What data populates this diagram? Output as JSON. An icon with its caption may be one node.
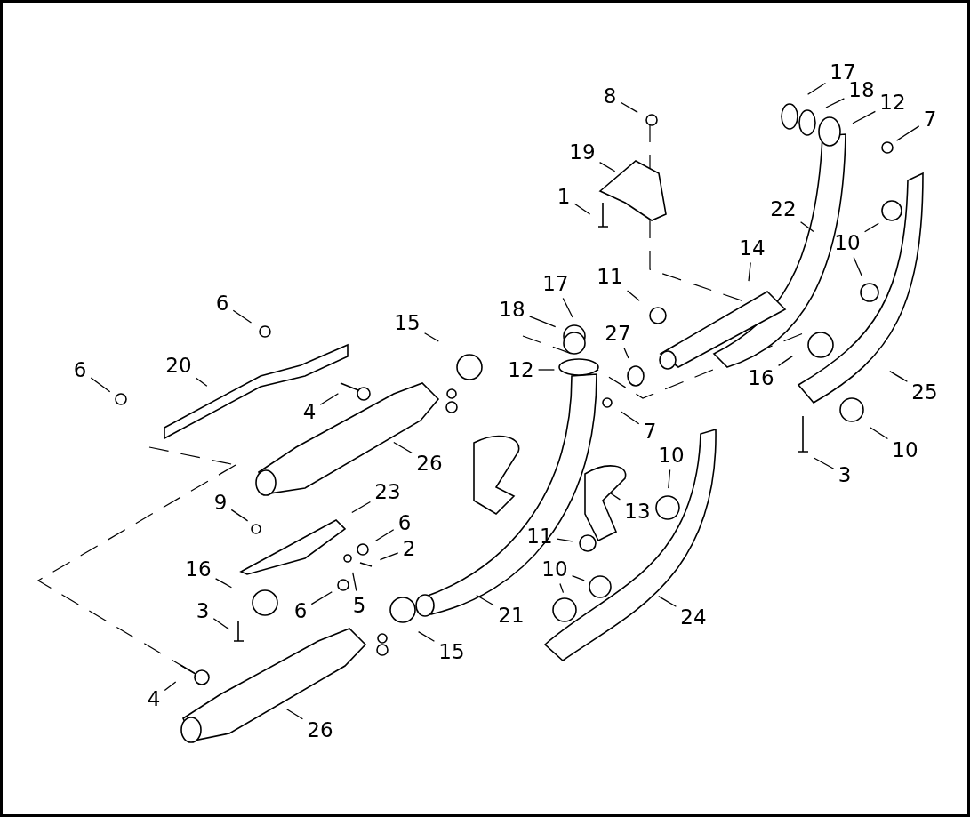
{
  "diagram": {
    "nodes": [
      {
        "text": [
          "8"
        ]
      },
      {
        "text": [
          "19"
        ]
      },
      {
        "text": [
          "1"
        ]
      },
      {
        "text": [
          "17"
        ]
      },
      {
        "text": [
          "18"
        ]
      },
      {
        "text": [
          "12"
        ]
      },
      {
        "text": [
          "7"
        ]
      },
      {
        "text": [
          "22"
        ]
      },
      {
        "text": [
          "10"
        ]
      },
      {
        "text": [
          "14"
        ]
      },
      {
        "text": [
          "11"
        ]
      },
      {
        "text": [
          "17"
        ]
      },
      {
        "text": [
          "18"
        ]
      },
      {
        "text": [
          "27"
        ]
      },
      {
        "text": [
          "6"
        ]
      },
      {
        "text": [
          "15"
        ]
      },
      {
        "text": [
          "20"
        ]
      },
      {
        "text": [
          "6"
        ]
      },
      {
        "text": [
          "4"
        ]
      },
      {
        "text": [
          "12"
        ]
      },
      {
        "text": [
          "7"
        ]
      },
      {
        "text": [
          "16"
        ]
      },
      {
        "text": [
          "25"
        ]
      },
      {
        "text": [
          "10"
        ]
      },
      {
        "text": [
          "3"
        ]
      },
      {
        "text": [
          "26"
        ]
      },
      {
        "text": [
          "9"
        ]
      },
      {
        "text": [
          "23"
        ]
      },
      {
        "text": [
          "6"
        ]
      },
      {
        "text": [
          "2"
        ]
      },
      {
        "text": [
          "10"
        ]
      },
      {
        "text": [
          "13"
        ]
      },
      {
        "text": [
          "11"
        ]
      },
      {
        "text": [
          "16"
        ]
      },
      {
        "text": [
          "6"
        ]
      },
      {
        "text": [
          "5"
        ]
      },
      {
        "text": [
          "10"
        ]
      },
      {
        "text": [
          "3"
        ]
      },
      {
        "text": [
          "21"
        ]
      },
      {
        "text": [
          "24"
        ]
      },
      {
        "text": [
          "15"
        ]
      },
      {
        "text": [
          "4"
        ]
      },
      {
        "text": [
          "26"
        ]
      }
    ],
    "edges": [
      {
        "from": 0,
        "to": null,
        "arrow": "none"
      },
      {
        "from": 1,
        "to": null,
        "arrow": "none"
      },
      {
        "from": 2,
        "to": null,
        "arrow": "none"
      },
      {
        "from": 3,
        "to": null,
        "arrow": "none"
      },
      {
        "from": 4,
        "to": null,
        "arrow": "none"
      },
      {
        "from": 5,
        "to": null,
        "arrow": "none"
      },
      {
        "from": 6,
        "to": null,
        "arrow": "none"
      },
      {
        "from": 7,
        "to": null,
        "arrow": "none"
      },
      {
        "from": 8,
        "to": null,
        "arrow": "none"
      },
      {
        "from": 8,
        "to": null,
        "arrow": "none"
      },
      {
        "from": 9,
        "to": null,
        "arrow": "none"
      },
      {
        "from": 10,
        "to": null,
        "arrow": "none"
      },
      {
        "from": 11,
        "to": null,
        "arrow": "none"
      },
      {
        "from": 12,
        "to": null,
        "arrow": "none"
      },
      {
        "from": 13,
        "to": null,
        "arrow": "none"
      },
      {
        "from": 14,
        "to": null,
        "arrow": "none"
      },
      {
        "from": 15,
        "to": null,
        "arrow": "none"
      },
      {
        "from": 16,
        "to": null,
        "arrow": "none"
      },
      {
        "from": 17,
        "to": null,
        "arrow": "none"
      },
      {
        "from": 18,
        "to": null,
        "arrow": "none"
      },
      {
        "from": 19,
        "to": null,
        "arrow": "none"
      },
      {
        "from": 20,
        "to": null,
        "arrow": "none"
      },
      {
        "from": 21,
        "to": null,
        "arrow": "none"
      },
      {
        "from": 22,
        "to": null,
        "arrow": "none"
      },
      {
        "from": 23,
        "to": null,
        "arrow": "none"
      },
      {
        "from": 24,
        "to": null,
        "arrow": "none"
      },
      {
        "from": 25,
        "to": null,
        "arrow": "none"
      },
      {
        "from": 26,
        "to": null,
        "arrow": "none"
      },
      {
        "from": 27,
        "to": null,
        "arrow": "none"
      },
      {
        "from": 28,
        "to": null,
        "arrow": "none"
      },
      {
        "from": 29,
        "to": null,
        "arrow": "none"
      },
      {
        "from": 30,
        "to": null,
        "arrow": "none"
      },
      {
        "from": 31,
        "to": null,
        "arrow": "none"
      },
      {
        "from": 32,
        "to": null,
        "arrow": "none"
      },
      {
        "from": 33,
        "to": null,
        "arrow": "none"
      },
      {
        "from": 34,
        "to": null,
        "arrow": "none"
      },
      {
        "from": 35,
        "to": null,
        "arrow": "none"
      },
      {
        "from": 36,
        "to": null,
        "arrow": "none"
      },
      {
        "from": 36,
        "to": null,
        "arrow": "none"
      },
      {
        "from": 37,
        "to": null,
        "arrow": "none"
      },
      {
        "from": 38,
        "to": null,
        "arrow": "none"
      },
      {
        "from": 39,
        "to": null,
        "arrow": "none"
      },
      {
        "from": 40,
        "to": null,
        "arrow": "none"
      },
      {
        "from": 41,
        "to": null,
        "arrow": "none"
      },
      {
        "from": 42,
        "to": null,
        "arrow": "none"
      }
    ]
  }
}
